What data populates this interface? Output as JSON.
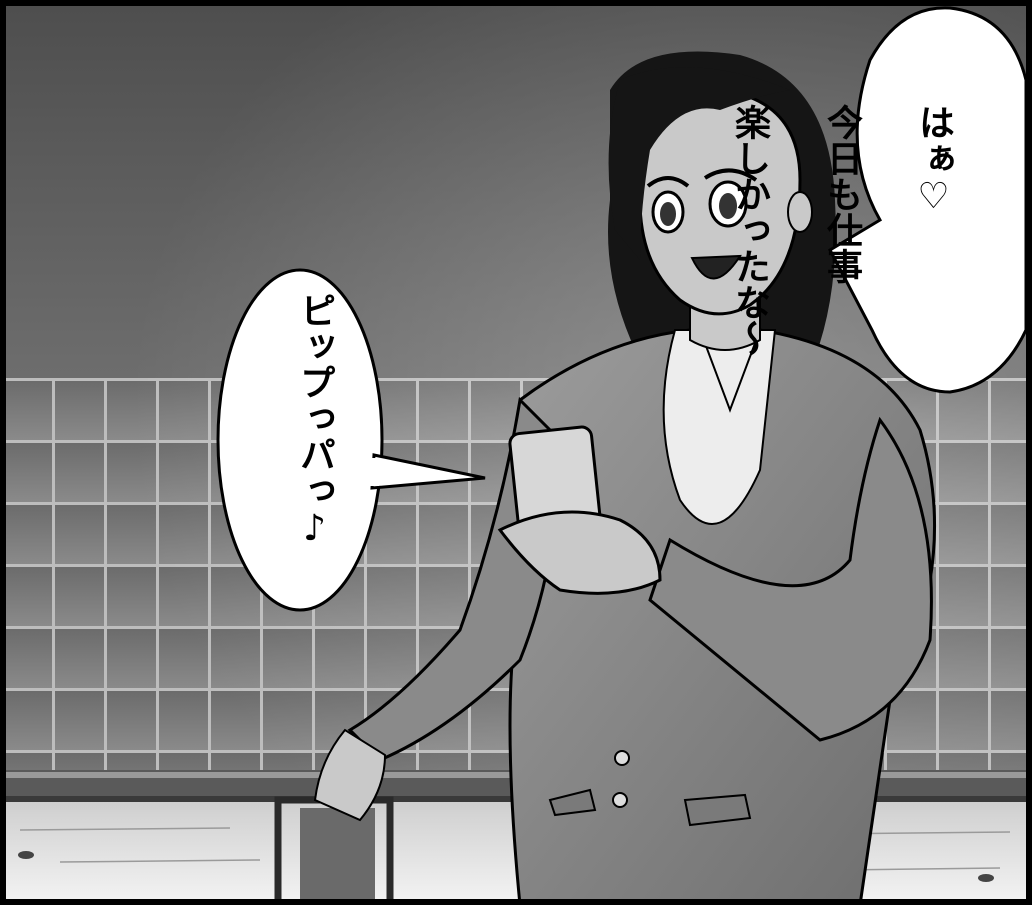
{
  "speech_bubbles": {
    "right": {
      "lines": [
        "はぁ♡",
        "今日も仕事",
        "楽しかったな〜"
      ]
    },
    "left": {
      "text": "ピップっパっ♪"
    }
  },
  "colors": {
    "frame": "#000000",
    "wall_top": "#5a5a5a",
    "wall_tile": "#7a7a7a",
    "grout": "#b8b8b8",
    "bubble": "#ffffff",
    "jacket": "#8f8f8f",
    "hair": "#151515",
    "skin": "#c9c9c9"
  }
}
